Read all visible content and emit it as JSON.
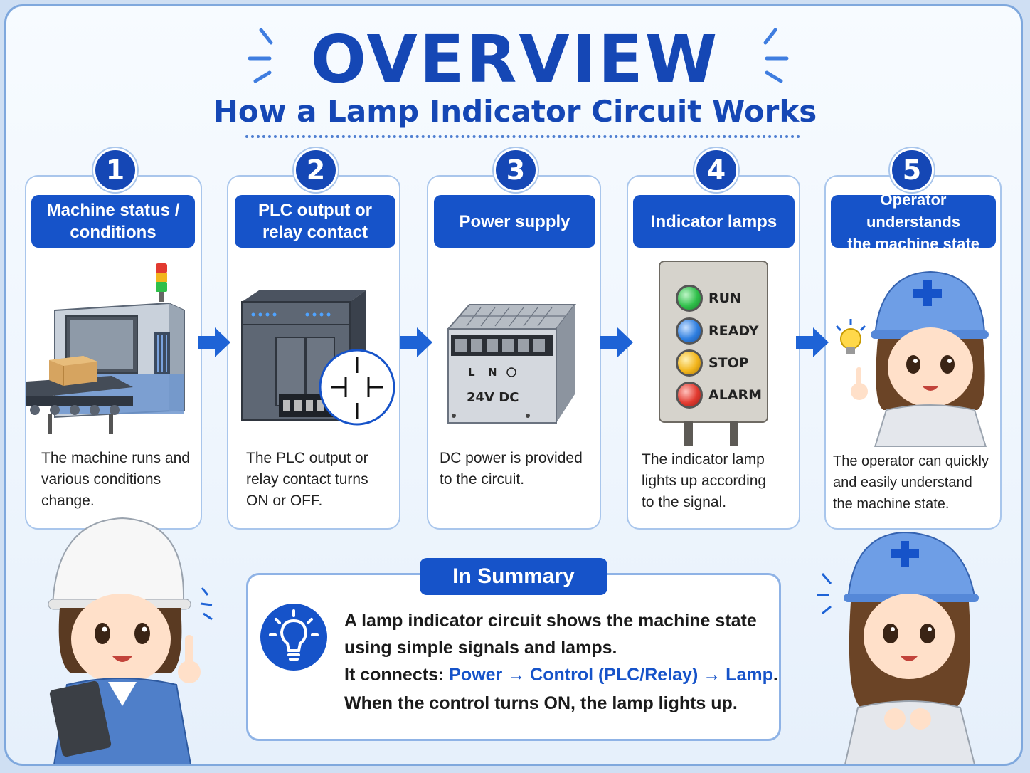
{
  "title": "OVERVIEW",
  "subtitle": "How a Lamp Indicator Circuit Works",
  "steps": [
    {
      "number": "1",
      "header_l1": "Machine status /",
      "header_l2": "conditions",
      "desc_l1": "The machine runs and",
      "desc_l2": "various conditions",
      "desc_l3": "change."
    },
    {
      "number": "2",
      "header_l1": "PLC output or",
      "header_l2": "relay contact",
      "desc_l1": "The PLC output or",
      "desc_l2": "relay contact turns",
      "desc_l3": "ON or OFF."
    },
    {
      "number": "3",
      "header_l1": "Power supply",
      "header_l2": "",
      "desc_l1": "DC power is provided",
      "desc_l2": "to the circuit.",
      "desc_l3": ""
    },
    {
      "number": "4",
      "header_l1": "Indicator lamps",
      "header_l2": "",
      "desc_l1": "The indicator lamp",
      "desc_l2": "lights up according",
      "desc_l3": "to the signal."
    },
    {
      "number": "5",
      "header_l1": "Operator understands",
      "header_l2": "the machine state",
      "desc_l1": "The operator can quickly",
      "desc_l2": "and easily understand",
      "desc_l3": "the machine state."
    }
  ],
  "power_supply_labels": {
    "l": "L",
    "n": "N",
    "voltage": "24V DC"
  },
  "lamps": [
    {
      "label": "RUN",
      "color": "#2fbf4a"
    },
    {
      "label": "READY",
      "color": "#2f7fe0"
    },
    {
      "label": "STOP",
      "color": "#f2b51c"
    },
    {
      "label": "ALARM",
      "color": "#e23a30"
    }
  ],
  "summary": {
    "heading": "In Summary",
    "line1": "A lamp indicator circuit shows the machine state",
    "line2": "using simple signals and lamps.",
    "line3_prefix": "It connects: ",
    "line3_highlight": "Power → Control (PLC/Relay) → Lamp",
    "line3_suffix": ".",
    "line4": "When the control turns ON, the lamp lights up."
  },
  "colors": {
    "primary": "#1653c9",
    "title": "#1547b5",
    "card_border": "#a9c6ec"
  }
}
